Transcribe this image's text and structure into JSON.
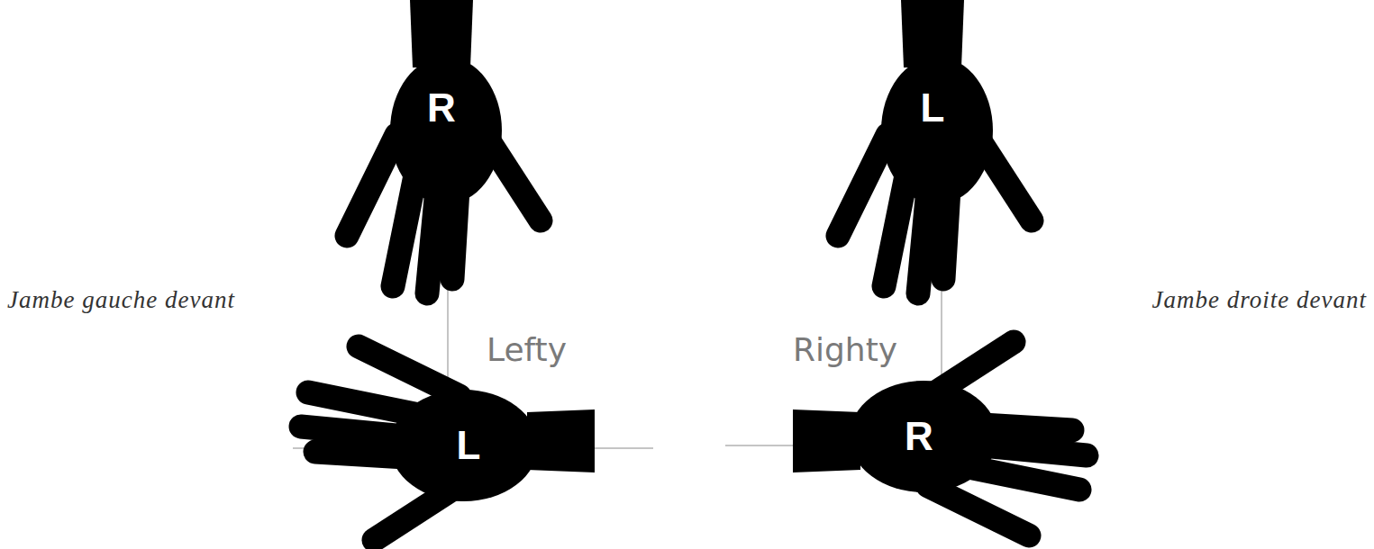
{
  "diagram": {
    "nodes": [
      {
        "text": [
          "R"
        ]
      },
      {
        "text": [
          "L"
        ]
      },
      {
        "text": [
          "L"
        ]
      },
      {
        "text": [
          "R"
        ]
      }
    ],
    "labels": [
      "Jambe gauche devant",
      "Lefty",
      "Righty",
      "Jambe droite devant"
    ]
  }
}
